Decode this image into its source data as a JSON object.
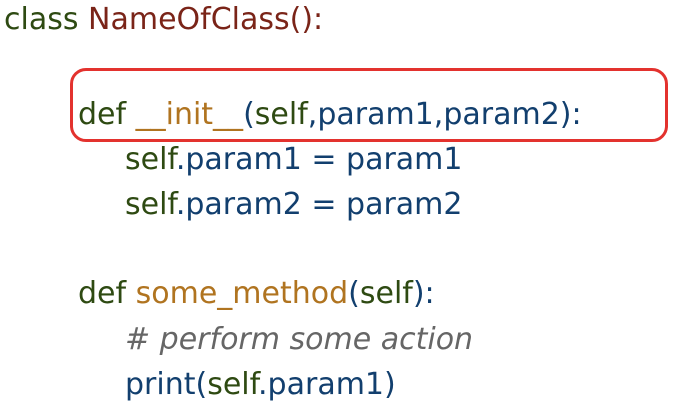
{
  "code": {
    "line1": {
      "keyword": "class",
      "class_name": "NameOfClass():"
    },
    "line2": {
      "keyword": "def",
      "func_name": "__init__",
      "open_paren": "(",
      "self": "self",
      "comma1": ",",
      "param1": "param1",
      "comma2": ",",
      "param2": "param2",
      "close": "):"
    },
    "line3": {
      "self": "self",
      "attr": ".param1",
      "assign": " = ",
      "value": "param1"
    },
    "line4": {
      "self": "self",
      "attr": ".param2",
      "assign": " = ",
      "value": "param2"
    },
    "line5": {
      "keyword": "def",
      "func_name": "some_method",
      "open_paren": "(",
      "self": "self",
      "close": "):"
    },
    "line6": {
      "comment": "# perform some action"
    },
    "line7": {
      "call": "print(",
      "self": "self",
      "attr": ".param1",
      "close": ")"
    }
  },
  "colors": {
    "keyword": "#2e4a12",
    "class_name": "#7a2418",
    "function_name": "#b07420",
    "parameter": "#123f6e",
    "comment": "#666666",
    "highlight_border": "#e3322e"
  }
}
